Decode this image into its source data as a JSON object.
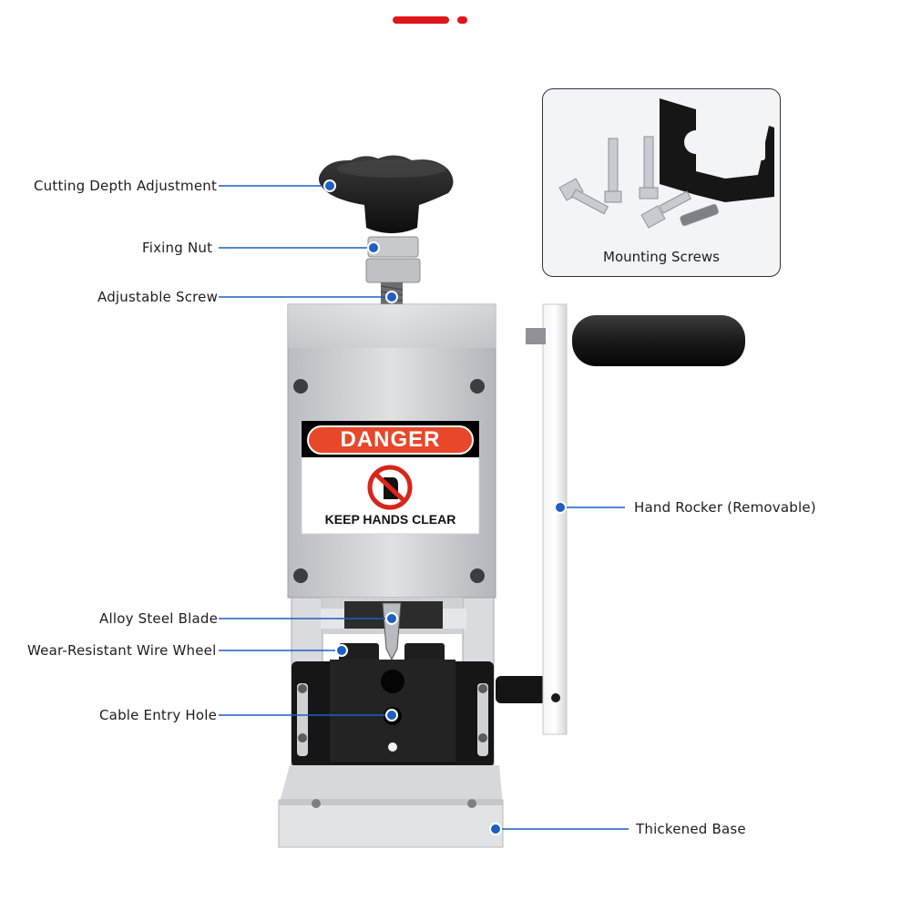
{
  "labels": {
    "cutting_depth": "Cutting Depth Adjustment",
    "fixing_nut": "Fixing Nut",
    "adjustable_screw": "Adjustable Screw",
    "alloy_blade": "Alloy Steel Blade",
    "wire_wheel": "Wear-Resistant Wire Wheel",
    "cable_entry": "Cable Entry Hole",
    "hand_rocker": "Hand Rocker (Removable)",
    "thickened_base": "Thickened Base",
    "mounting_screws": "Mounting Screws"
  },
  "sign": {
    "header": "DANGER",
    "message": "KEEP HANDS CLEAR"
  },
  "colors": {
    "leader_line": "#1f5fbf",
    "danger_red": "#e8472a",
    "accent_bar": "#e0161b"
  }
}
